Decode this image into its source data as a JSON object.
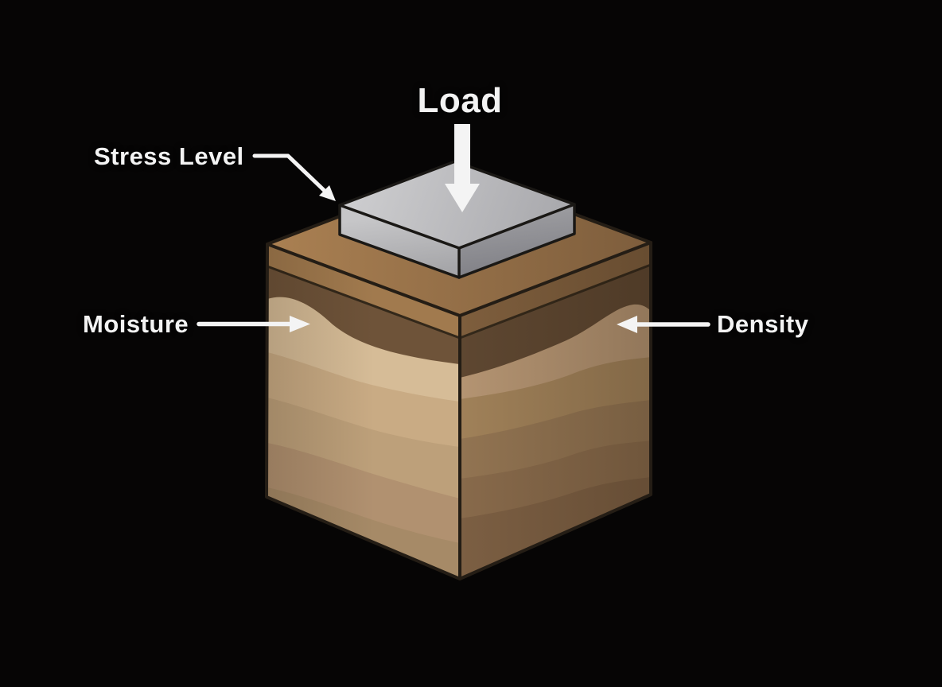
{
  "labels": {
    "load": "Load",
    "stress_level": "Stress Level",
    "moisture": "Moisture",
    "density": "Density"
  },
  "colors": {
    "background": "#060505",
    "label_text": "#f3f3f3",
    "arrow": "#f4f4f4",
    "cube_outline": "#241d15",
    "plate_outline": "#1a1815",
    "rim_line": "#33281a",
    "top_face_left": "#aa8052",
    "top_face_right": "#7d5d3c",
    "rim_left": "#a17a4e",
    "rim_right": "#7e5e3d",
    "left_layers": [
      "#6e5339",
      "#d6bc97",
      "#c9ab84",
      "#bda07a",
      "#b19170",
      "#a68a67"
    ],
    "right_layers": [
      "#5e4731",
      "#b49472",
      "#a08159",
      "#927452",
      "#886a4b",
      "#7c5f43"
    ],
    "plate_top_light": "#cdcdcf",
    "plate_top_dark": "#a8a8ac",
    "plate_left_light": "#c6c6c8",
    "plate_left_dark": "#a6a6a9",
    "plate_right_light": "#9b9b9f",
    "plate_right_dark": "#7f7f85"
  }
}
